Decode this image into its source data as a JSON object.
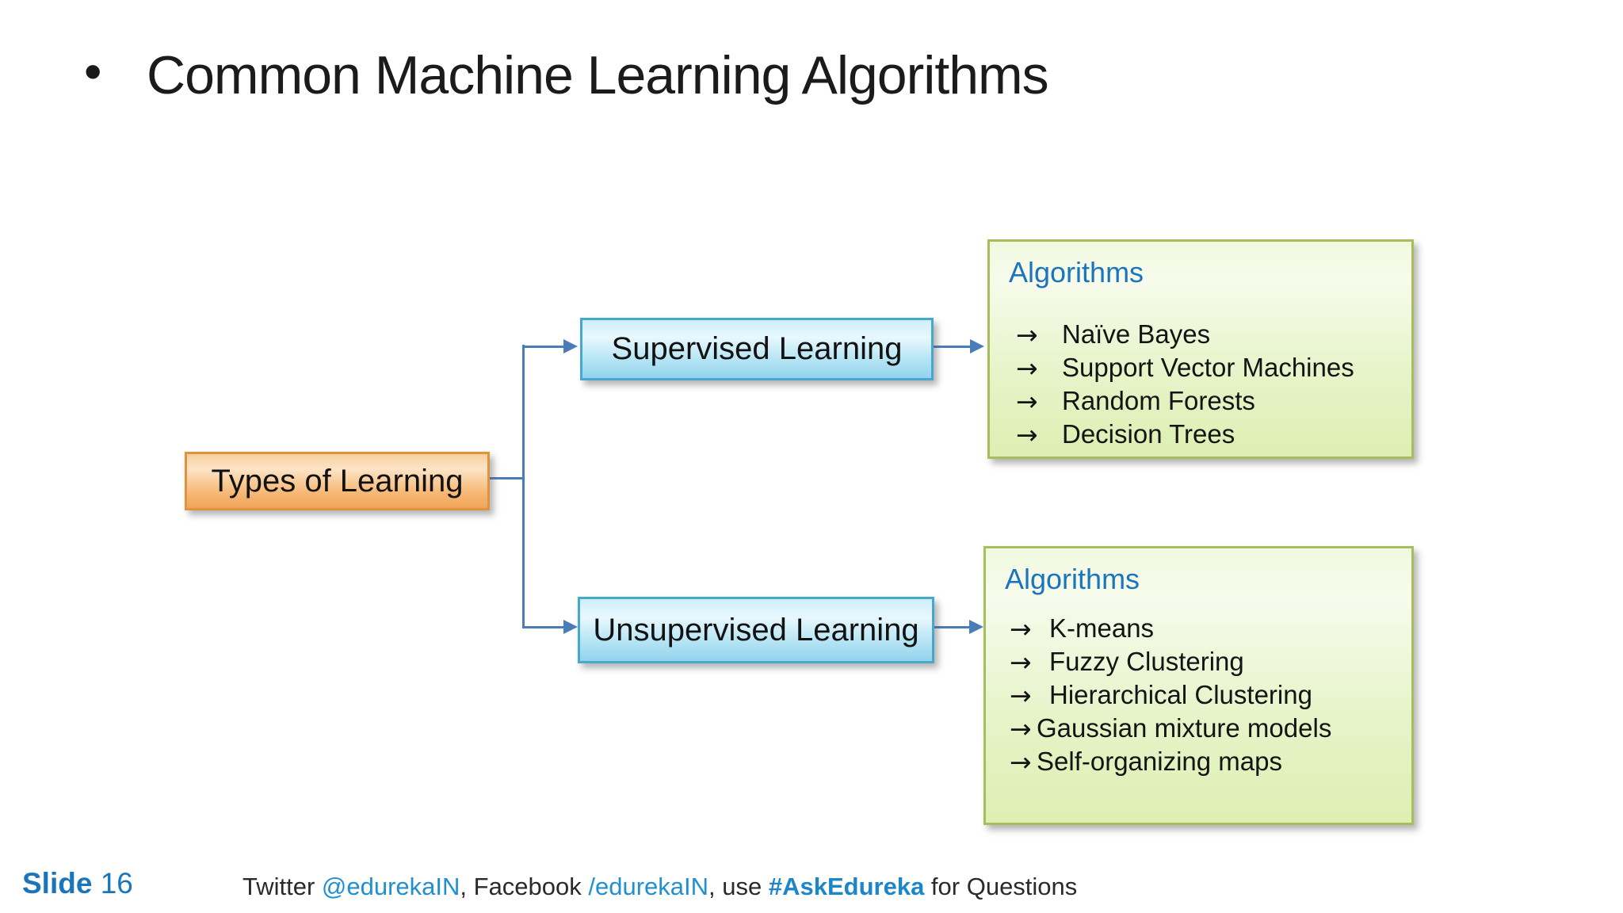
{
  "slide": {
    "bullet_glyph": "•",
    "title": "Common Machine Learning Algorithms",
    "slide_label": "Slide",
    "slide_number": "16"
  },
  "diagram": {
    "arrow_glyph": "→",
    "root_label": "Types of Learning",
    "supervised": {
      "label": "Supervised Learning",
      "panel_title": "Algorithms",
      "items": [
        {
          "text": "Naïve Bayes",
          "class": "gap"
        },
        {
          "text": "Support Vector Machines",
          "class": "gap"
        },
        {
          "text": "Random Forests",
          "class": "gap"
        },
        {
          "text": "Decision Trees",
          "class": "gap"
        }
      ]
    },
    "unsupervised": {
      "label": "Unsupervised Learning",
      "panel_title": "Algorithms",
      "items": [
        {
          "text": "K-means",
          "class": "gap"
        },
        {
          "text": "Fuzzy Clustering",
          "class": "gap"
        },
        {
          "text": "Hierarchical Clustering",
          "class": "gap"
        },
        {
          "text": "Gaussian mixture models",
          "class": "tight"
        },
        {
          "text": "Self-organizing maps",
          "class": "tight"
        }
      ]
    }
  },
  "footer": {
    "segments": [
      {
        "text": "Twitter ",
        "class": "plain",
        "interactable": "false"
      },
      {
        "text": "@edurekaIN",
        "class": "link",
        "interactable": "true"
      },
      {
        "text": ", Facebook ",
        "class": "plain",
        "interactable": "false"
      },
      {
        "text": "/edurekaIN",
        "class": "link",
        "interactable": "true"
      },
      {
        "text": ", use ",
        "class": "plain",
        "interactable": "false"
      },
      {
        "text": "#AskEdureka",
        "class": "link-bold",
        "interactable": "true"
      },
      {
        "text": " for Questions",
        "class": "plain",
        "interactable": "false"
      }
    ]
  },
  "colors": {
    "title_text": "#1b1b1b",
    "connector_blue": "#4a7db8",
    "panel_heading_blue": "#1b75bc",
    "footer_link_blue": "#2090d0",
    "slide_number_blue": "#1b75bc",
    "orange_box_border": "#e0923d",
    "orange_box_fill": "#f6ba77",
    "blue_box_border": "#47a8cd",
    "blue_box_fill": "#b5e4f4",
    "green_panel_border": "#a6be5b",
    "green_panel_fill": "#e7f4ca"
  }
}
